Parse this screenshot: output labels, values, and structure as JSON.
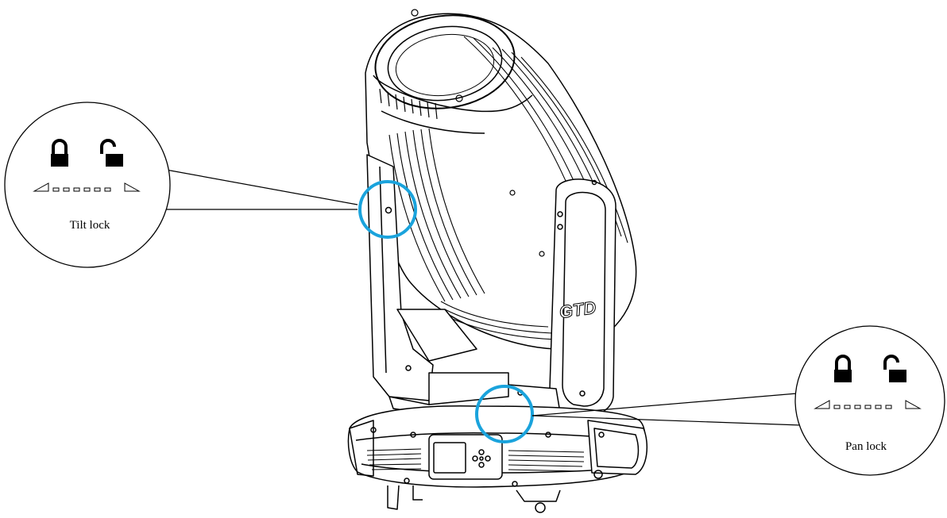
{
  "callouts": {
    "tilt": {
      "label": "Tilt lock",
      "locked_icon": "padlock-closed-icon",
      "unlocked_icon": "padlock-open-icon"
    },
    "pan": {
      "label": "Pan lock",
      "locked_icon": "padlock-closed-icon",
      "unlocked_icon": "padlock-open-icon"
    }
  },
  "fixture": {
    "logo_text": "GTD"
  },
  "colors": {
    "highlight_ring": "#1aa3dc",
    "line_art": "#000000"
  }
}
